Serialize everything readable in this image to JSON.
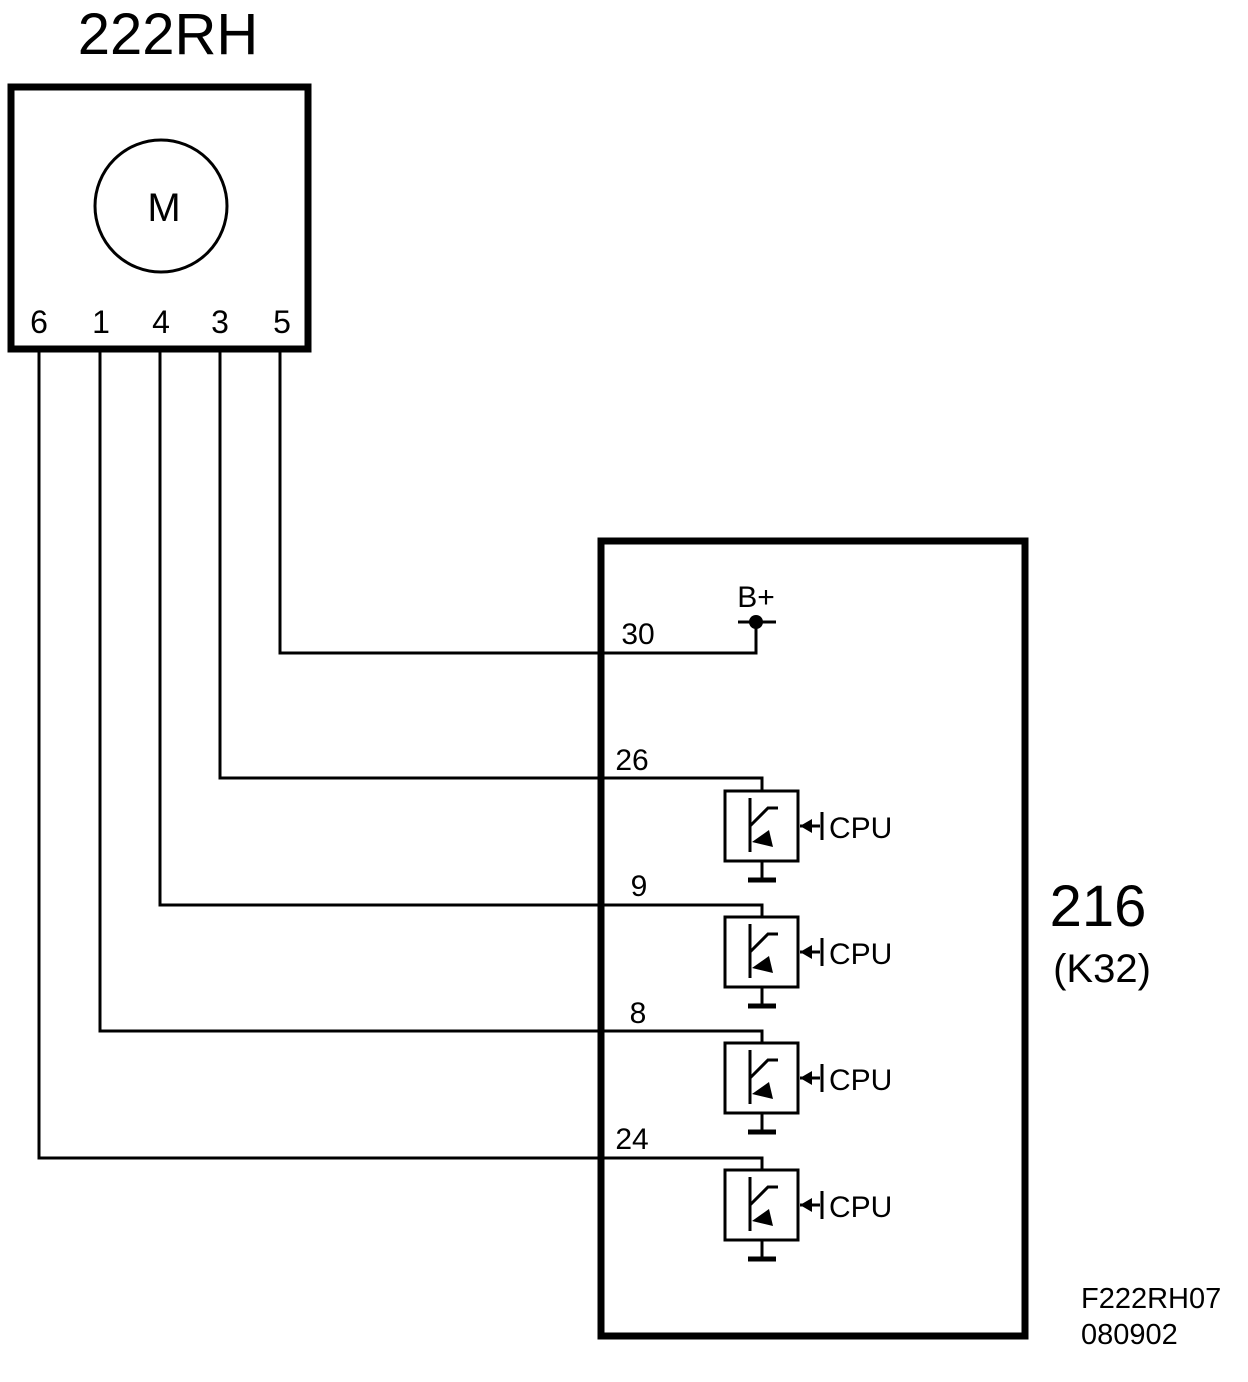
{
  "motor": {
    "title": "222RH",
    "symbol": "M",
    "pins": [
      "6",
      "1",
      "4",
      "3",
      "5"
    ]
  },
  "module": {
    "id": "216",
    "sub": "(K32)",
    "supply_label": "B+",
    "supply_pin": "30",
    "driver_pins": [
      "26",
      "9",
      "8",
      "24"
    ],
    "driver_input_label": "CPU"
  },
  "figure": {
    "code": "F222RH07",
    "date": "080902"
  },
  "colors": {
    "line": "#000000",
    "background": "#ffffff"
  }
}
